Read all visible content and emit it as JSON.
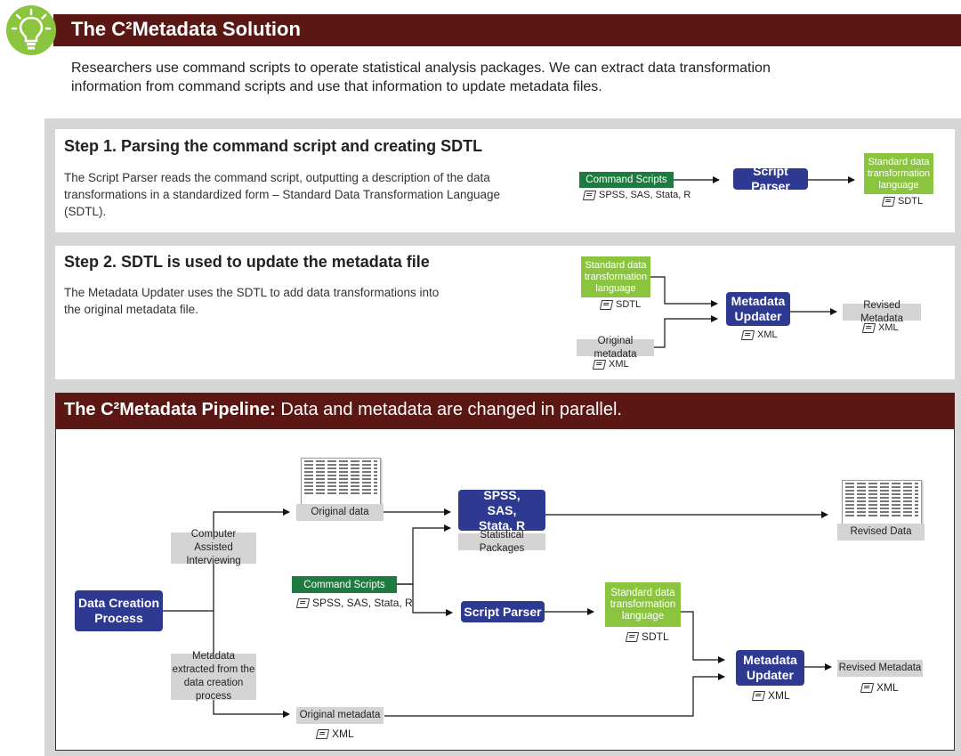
{
  "header": {
    "title": "The C²Metadata Solution",
    "intro": "Researchers use command scripts to operate statistical analysis packages. We can extract data transformation information from command scripts and use that information to update metadata files."
  },
  "step1": {
    "title": "Step 1. Parsing the command script and creating SDTL",
    "description": "The Script Parser reads the command script, outputting a description of the data transformations in a standardized form – Standard Data Transformation Language (SDTL).",
    "command_scripts": "Command Scripts",
    "command_scripts_sub": "SPSS, SAS, Stata, R",
    "script_parser": "Script Parser",
    "sdtl_box": "Standard data transformation language",
    "sdtl_sub": "SDTL"
  },
  "step2": {
    "title": "Step 2. SDTL is used to update the metadata file",
    "description": "The Metadata Updater uses the SDTL to add data transformations into the original metadata file.",
    "sdtl_box": "Standard data transformation language",
    "sdtl_sub": "SDTL",
    "original_metadata": "Original metadata",
    "original_metadata_sub": "XML",
    "metadata_updater": "Metadata Updater",
    "metadata_updater_sub": "XML",
    "revised_metadata": "Revised Metadata",
    "revised_metadata_sub": "XML"
  },
  "pipeline": {
    "title_bold": "The C²Metadata Pipeline:",
    "title_rest": " Data and metadata are changed in parallel.",
    "data_creation": "Data Creation Process",
    "cai": "Computer Assisted Interviewing",
    "metadata_extracted": "Metadata extracted from the data creation process",
    "original_data": "Original data",
    "command_scripts": "Command Scripts",
    "command_scripts_sub": "SPSS, SAS, Stata, R",
    "original_metadata": "Original metadata",
    "original_metadata_sub": "XML",
    "stat_packages_box": "SPSS, SAS, Stata, R",
    "stat_packages_label": "Statistical Packages",
    "script_parser": "Script Parser",
    "sdtl_box": "Standard data transformation language",
    "sdtl_sub": "SDTL",
    "revised_data": "Revised Data",
    "metadata_updater": "Metadata Updater",
    "metadata_updater_sub": "XML",
    "revised_metadata": "Revised Metadata",
    "revised_metadata_sub": "XML"
  },
  "colors": {
    "header_maroon": "#5a1714",
    "accent_green": "#8bc53f",
    "dark_green": "#1e7a3e",
    "navy": "#2e3a92",
    "gray": "#d4d4d4"
  }
}
